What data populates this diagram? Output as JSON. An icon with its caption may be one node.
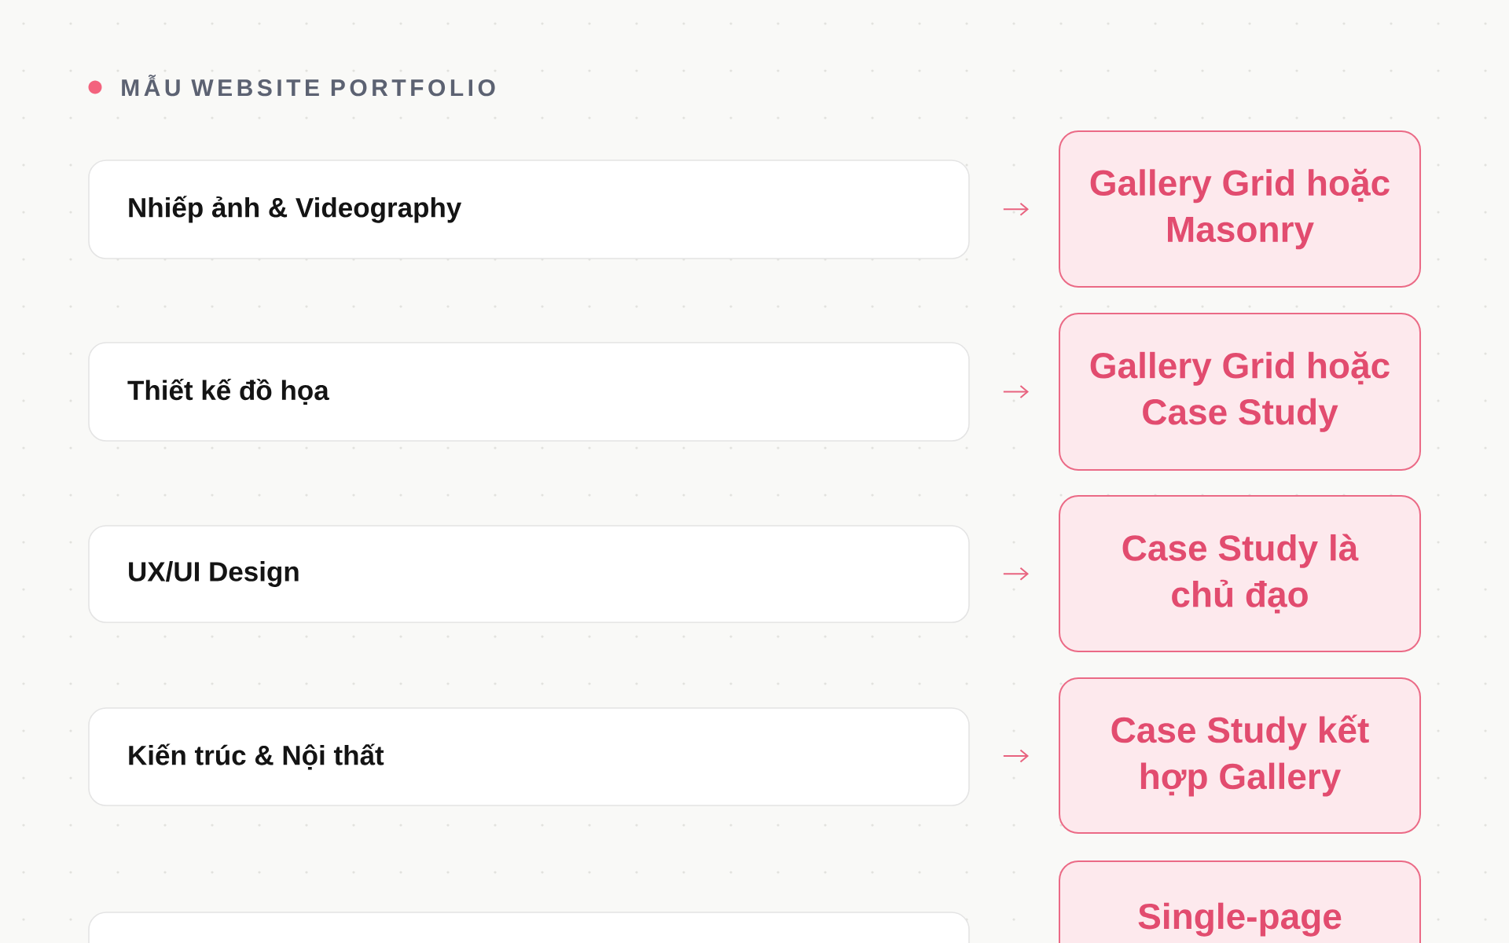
{
  "diagram": {
    "title": "MẪU WEBSITE PORTFOLIO",
    "nodes": [
      {
        "text": [
          "Nhiếp ảnh & Videography"
        ]
      },
      {
        "text": [
          "Gallery Grid hoặc Masonry"
        ]
      },
      {
        "text": [
          "Thiết kế đồ họa"
        ]
      },
      {
        "text": [
          "Gallery Grid hoặc Case Study"
        ]
      },
      {
        "text": [
          "UX/UI Design"
        ]
      },
      {
        "text": [
          "Case Study là chủ đạo"
        ]
      },
      {
        "text": [
          "Kiến trúc & Nội thất"
        ]
      },
      {
        "text": [
          "Case Study kết hợp Gallery"
        ]
      },
      {
        "text": [],
        "shape": "box"
      },
      {
        "text": [
          "Single-page"
        ]
      }
    ],
    "edges": [
      {
        "from": 0,
        "to": 1,
        "arrow": "to"
      },
      {
        "from": 2,
        "to": 3,
        "arrow": "to"
      },
      {
        "from": 4,
        "to": 5,
        "arrow": "to"
      },
      {
        "from": 6,
        "to": 7,
        "arrow": "to"
      }
    ]
  }
}
